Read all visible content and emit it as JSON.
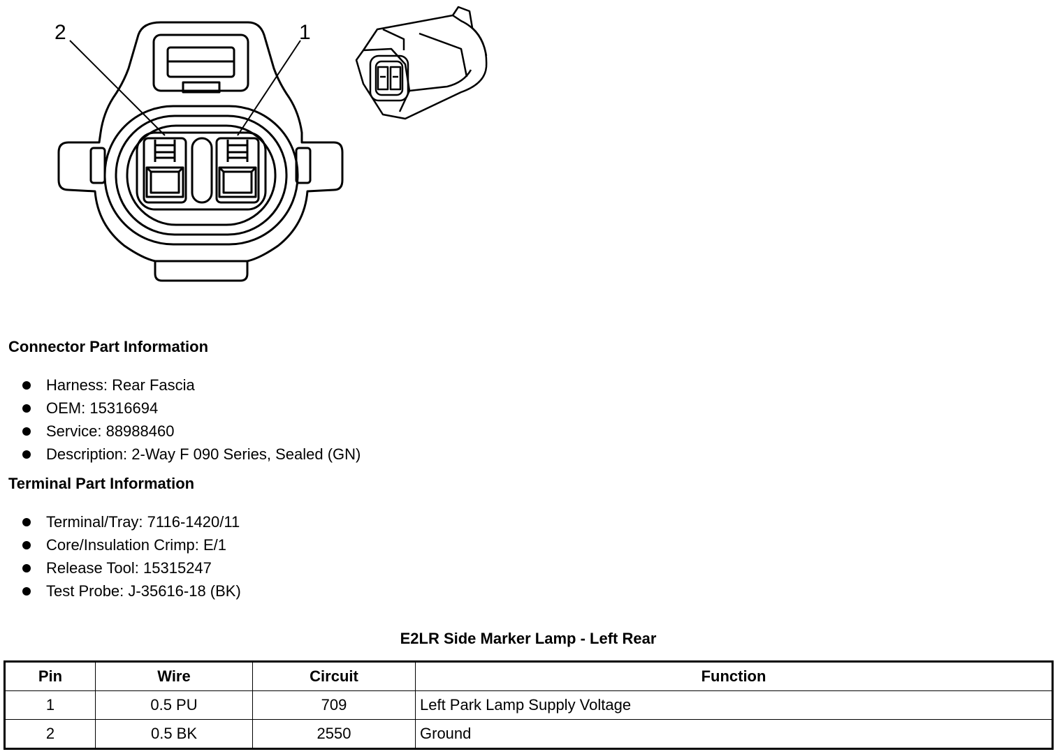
{
  "callouts": {
    "pin2": "2",
    "pin1": "1"
  },
  "connector_section": {
    "title": "Connector Part Information",
    "items": [
      "Harness: Rear Fascia",
      "OEM: 15316694",
      "Service: 88988460",
      "Description: 2-Way F 090 Series, Sealed (GN)"
    ]
  },
  "terminal_section": {
    "title": "Terminal Part Information",
    "items": [
      "Terminal/Tray: 7116-1420/11",
      "Core/Insulation Crimp: E/1",
      "Release Tool: 15315247",
      "Test Probe: J-35616-18 (BK)"
    ]
  },
  "table": {
    "title": "E2LR Side Marker Lamp - Left Rear",
    "headers": [
      "Pin",
      "Wire",
      "Circuit",
      "Function"
    ],
    "rows": [
      [
        "1",
        "0.5 PU",
        "709",
        "Left Park Lamp Supply Voltage"
      ],
      [
        "2",
        "0.5 BK",
        "2550",
        "Ground"
      ]
    ]
  }
}
